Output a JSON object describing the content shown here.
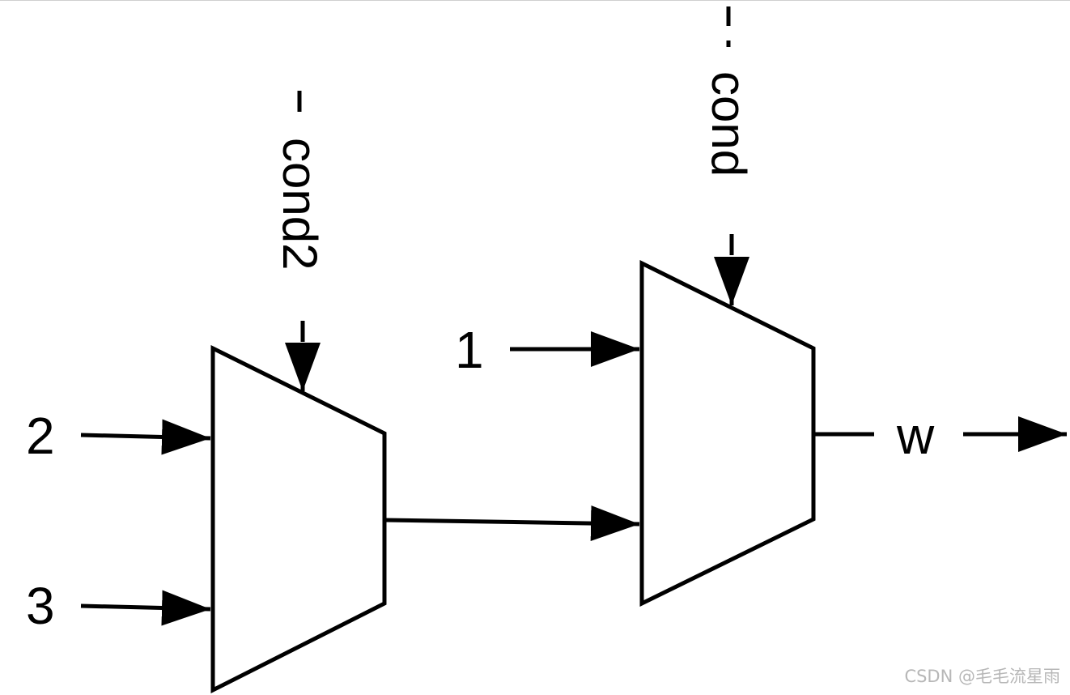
{
  "diagram": {
    "inputs": {
      "mux1_top": "2",
      "mux1_bottom": "3",
      "mux2_top": "1"
    },
    "selects": {
      "mux1": "cond2",
      "mux2": "cond"
    },
    "output": "w"
  },
  "watermark": "CSDN @毛毛流星雨",
  "colors": {
    "stroke": "#000000",
    "background": "#ffffff",
    "watermark": "#b7b7b7"
  }
}
